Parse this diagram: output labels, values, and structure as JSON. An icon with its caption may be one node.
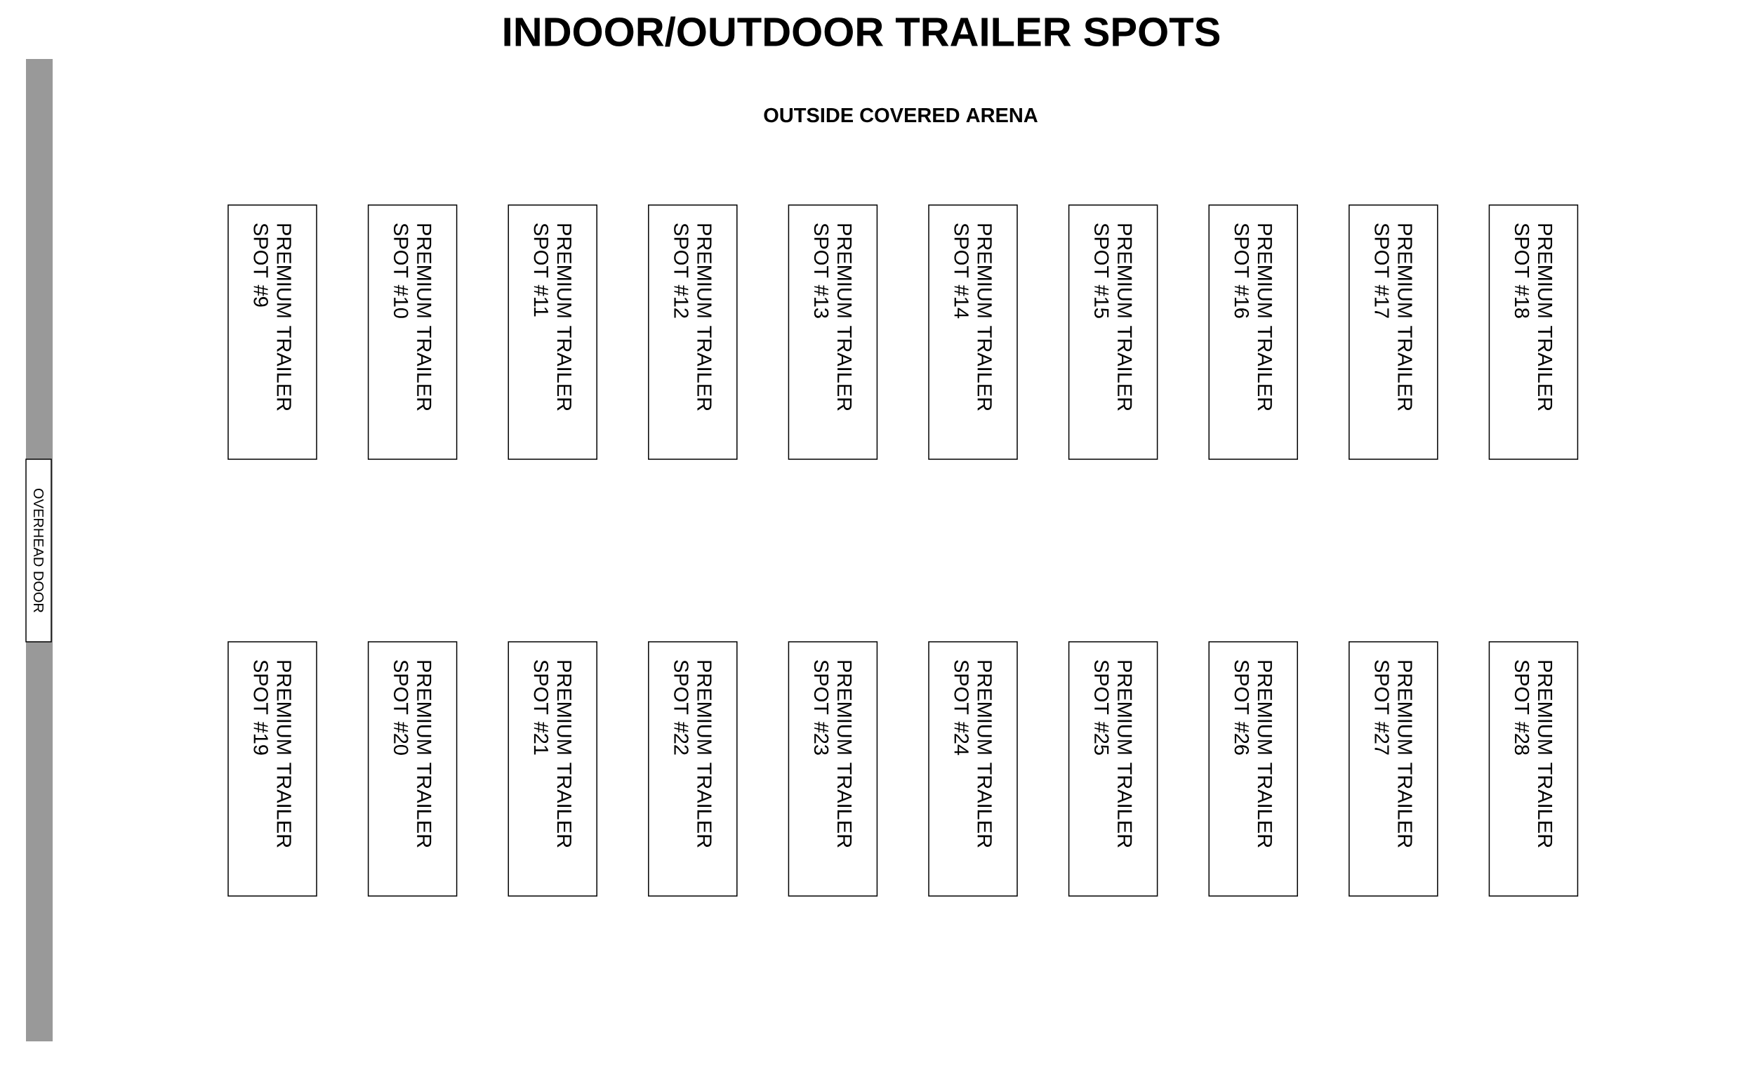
{
  "diagram": {
    "title": "INDOOR/OUTDOOR TRAILER SPOTS",
    "nodes": [
      {
        "text": [
          "OVERHEAD DOOR"
        ]
      },
      {
        "text": [
          "PREMIUM TRAILER SPOT #9"
        ]
      },
      {
        "text": [
          "PREMIUM TRAILER SPOT #10"
        ]
      },
      {
        "text": [
          "PREMIUM TRAILER SPOT #11"
        ]
      },
      {
        "text": [
          "PREMIUM TRAILER SPOT #12"
        ]
      },
      {
        "text": [
          "PREMIUM TRAILER SPOT #13"
        ]
      },
      {
        "text": [
          "PREMIUM TRAILER SPOT #14"
        ]
      },
      {
        "text": [
          "PREMIUM TRAILER SPOT #15"
        ]
      },
      {
        "text": [
          "PREMIUM TRAILER SPOT #16"
        ]
      },
      {
        "text": [
          "PREMIUM TRAILER SPOT #17"
        ]
      },
      {
        "text": [
          "PREMIUM TRAILER SPOT #18"
        ]
      },
      {
        "text": [
          "PREMIUM TRAILER SPOT #19"
        ]
      },
      {
        "text": [
          "PREMIUM TRAILER SPOT #20"
        ]
      },
      {
        "text": [
          "PREMIUM TRAILER SPOT #21"
        ]
      },
      {
        "text": [
          "PREMIUM TRAILER SPOT #22"
        ]
      },
      {
        "text": [
          "PREMIUM TRAILER SPOT #23"
        ]
      },
      {
        "text": [
          "PREMIUM TRAILER SPOT #24"
        ]
      },
      {
        "text": [
          "PREMIUM TRAILER SPOT #25"
        ]
      },
      {
        "text": [
          "PREMIUM TRAILER SPOT #26"
        ]
      },
      {
        "text": [
          "PREMIUM TRAILER SPOT #27"
        ]
      },
      {
        "text": [
          "PREMIUM TRAILER SPOT #28"
        ]
      }
    ],
    "labels": [
      "OUTSIDE COVERED ARENA"
    ]
  }
}
